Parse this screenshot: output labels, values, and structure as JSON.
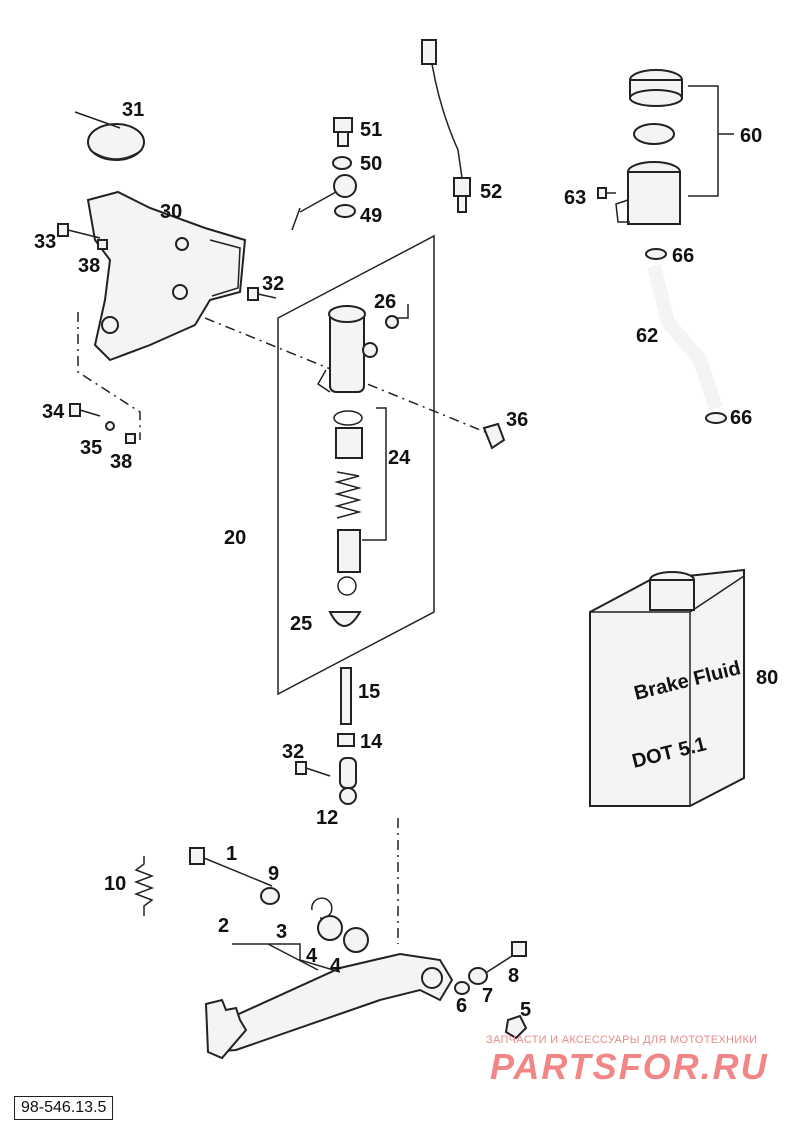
{
  "diagram": {
    "parts": {
      "p1": "1",
      "p2": "2",
      "p3": "3",
      "p4a": "4",
      "p4b": "4",
      "p5": "5",
      "p6": "6",
      "p7": "7",
      "p8": "8",
      "p9": "9",
      "p10": "10",
      "p12": "12",
      "p14": "14",
      "p15": "15",
      "p20": "20",
      "p24": "24",
      "p25": "25",
      "p26": "26",
      "p30": "30",
      "p31": "31",
      "p32a": "32",
      "p32b": "32",
      "p33": "33",
      "p34": "34",
      "p35": "35",
      "p36": "36",
      "p38a": "38",
      "p38b": "38",
      "p49": "49",
      "p50": "50",
      "p51": "51",
      "p52": "52",
      "p60": "60",
      "p62": "62",
      "p63": "63",
      "p66a": "66",
      "p66b": "66",
      "p80": "80"
    },
    "can_label_1": "Brake Fluid",
    "can_label_2": "DOT 5.1",
    "code": "98-546.13.5"
  },
  "watermark": {
    "line": "ЗАПЧАСТИ И АКСЕССУАРЫ ДЛЯ МОТОТЕХНИКИ",
    "brand": "PARTSFOR.RU"
  }
}
